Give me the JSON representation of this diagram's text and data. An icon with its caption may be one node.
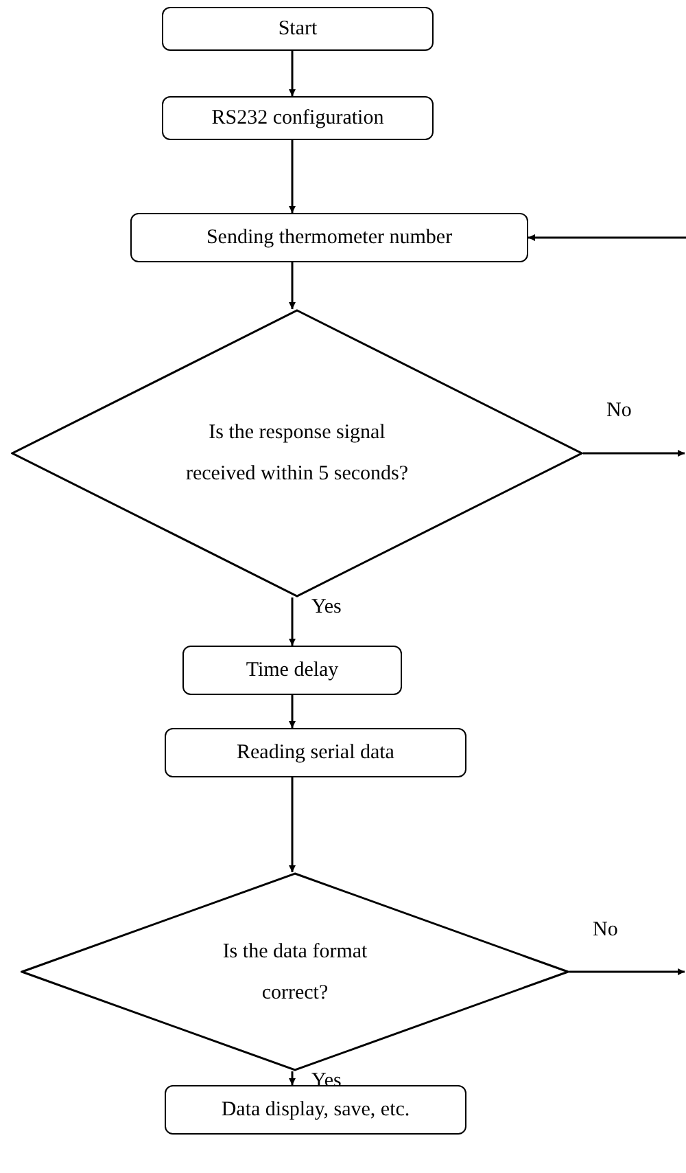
{
  "diagram": {
    "nodes": [
      {
        "text": [
          "Start"
        ]
      },
      {
        "text": [
          "RS232 configuration"
        ]
      },
      {
        "text": [
          "Sending thermometer number"
        ]
      },
      {
        "text": [
          "Is the response signal received within 5 seconds?"
        ]
      },
      {
        "text": [
          "Time delay"
        ]
      },
      {
        "text": [
          "Reading serial data"
        ]
      },
      {
        "text": [
          "Is the data format correct?"
        ]
      },
      {
        "text": [
          "Data display, save, etc."
        ]
      }
    ],
    "edges": [
      {
        "from": 0,
        "to": 1,
        "arrow": "to"
      },
      {
        "from": 1,
        "to": 2,
        "arrow": "to"
      },
      {
        "from": null,
        "to": 2,
        "arrow": "to"
      },
      {
        "from": 2,
        "to": 3,
        "arrow": "to"
      },
      {
        "from": 3,
        "to": null,
        "arrow": "to",
        "label": "No"
      },
      {
        "from": 3,
        "to": 4,
        "arrow": "to",
        "label": "Yes"
      },
      {
        "from": 4,
        "to": 5,
        "arrow": "to"
      },
      {
        "from": 5,
        "to": 6,
        "arrow": "to"
      },
      {
        "from": 6,
        "to": null,
        "arrow": "to",
        "label": "No"
      },
      {
        "from": 6,
        "to": 7,
        "arrow": "to",
        "label": "Yes"
      }
    ]
  }
}
